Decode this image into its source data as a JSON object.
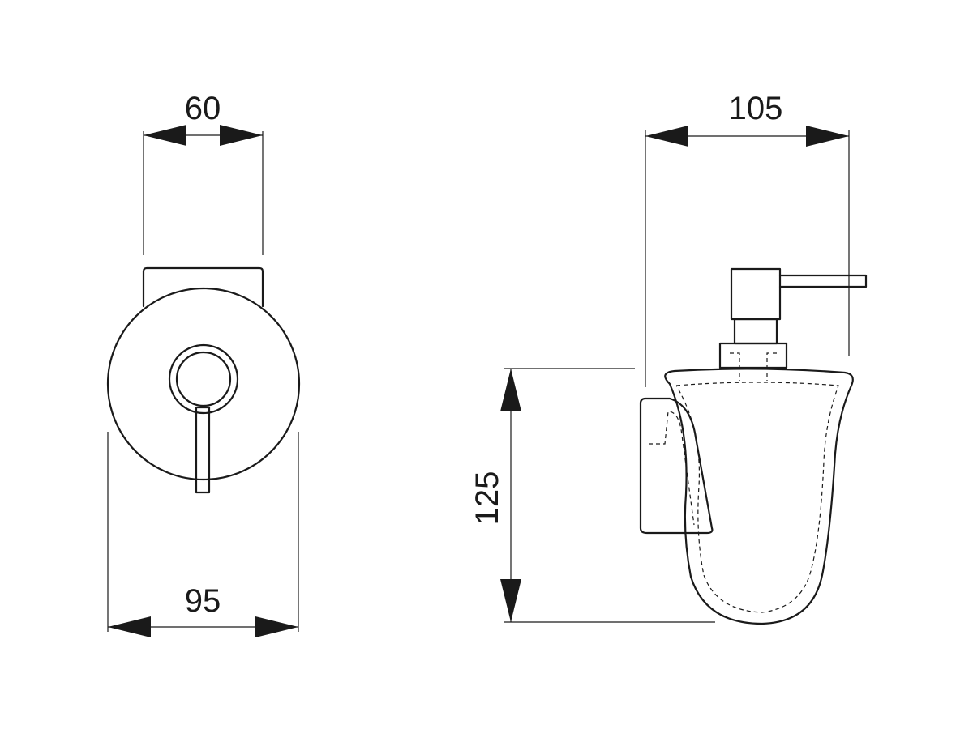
{
  "dimensions": {
    "front_top_width": "60",
    "front_bottom_width": "95",
    "side_width": "105",
    "side_height": "125"
  }
}
